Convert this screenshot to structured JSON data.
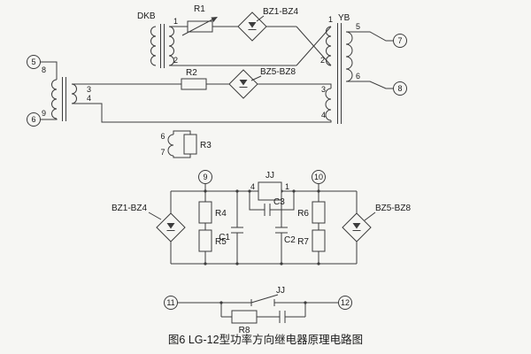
{
  "background": "#f6f6f3",
  "line_color": "#3c3c3c",
  "caption": "图6 LG-12型功率方向继电器原理电路图",
  "components": {
    "dkb": "DKB",
    "yb": "YB",
    "r1": "R1",
    "r2": "R2",
    "r3": "R3",
    "r4": "R4",
    "r5": "R5",
    "r6": "R6",
    "r7": "R7",
    "r8": "R8",
    "c1": "C1",
    "c2": "C2",
    "c3": "C3",
    "jj_coil": "JJ",
    "jj_contact": "JJ",
    "bz14_top": "BZ1-BZ4",
    "bz58_top": "BZ5-BZ8",
    "bz14_mid": "BZ1-BZ4",
    "bz58_mid": "BZ5-BZ8"
  },
  "terminals": {
    "t5": "5",
    "t6": "6",
    "t7": "7",
    "t8": "8",
    "t9": "9",
    "t10": "10",
    "t11": "11",
    "t12": "12"
  },
  "windings": {
    "dkb_sec_top": "1",
    "dkb_sec_bot": "2",
    "input_top": "8",
    "input_bot": "9",
    "w3_top": "3",
    "w3_bot": "4",
    "r3w_top": "6",
    "r3w_bot": "7",
    "yb1_top": "1",
    "yb1_bot": "2",
    "yb2_top": "5",
    "yb2_bot": "6",
    "yb3_top": "3",
    "yb3_bot": "4",
    "jj_left": "4",
    "jj_right": "1"
  }
}
